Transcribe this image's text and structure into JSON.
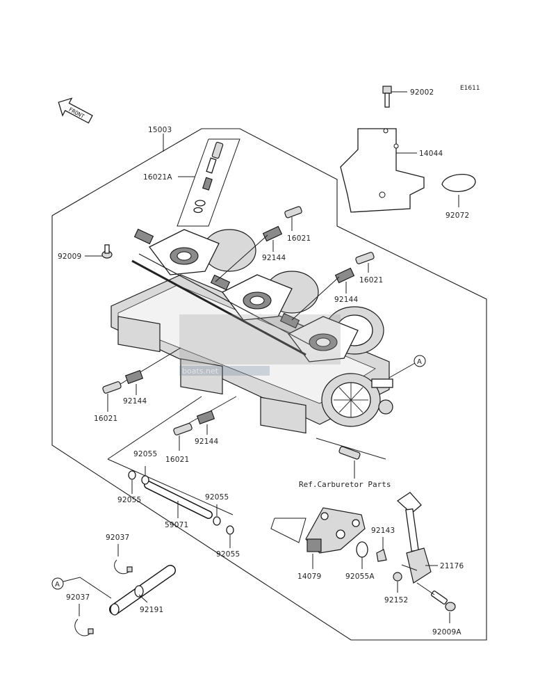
{
  "diagram": {
    "code": "E1611",
    "front_label": "FRONT",
    "watermark": "boats.net",
    "callout_letter": "A",
    "ref_text": "Ref.Carburetor Parts",
    "labels": {
      "p15003": "15003",
      "p16021A": "16021A",
      "p92009": "92009",
      "p16021_t1": "16021",
      "p92144_t1": "92144",
      "p16021_t2": "16021",
      "p92144_t2": "92144",
      "p92144_l1": "92144",
      "p16021_l1": "16021",
      "p92144_l2": "92144",
      "p16021_l2": "16021",
      "p92002": "92002",
      "p14044": "14044",
      "p92072": "92072",
      "p92055_a": "92055",
      "p92055_b": "92055",
      "p92055_c": "92055",
      "p92055_d": "92055",
      "p59071": "59071",
      "p92037_a": "92037",
      "p92037_b": "92037",
      "p92191": "92191",
      "p14079": "14079",
      "p92055A": "92055A",
      "p92143": "92143",
      "p92152": "92152",
      "p21176": "21176",
      "p92009A": "92009A"
    }
  }
}
